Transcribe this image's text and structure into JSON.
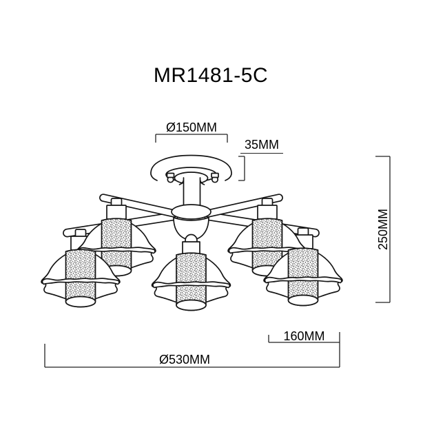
{
  "product": {
    "model": "MR1481-5C"
  },
  "dimensions": {
    "canopy_diameter": "Ø150MM",
    "canopy_height": "35MM",
    "overall_height": "250MM",
    "shade_section_width": "160MM",
    "overall_diameter": "Ø530MM"
  },
  "drawing": {
    "type": "technical-line-drawing",
    "subject": "5-light ceiling chandelier, front elevation",
    "lamp_count": 5,
    "colors": {
      "line": "#151515",
      "dimension_line": "#222222",
      "background": "#ffffff"
    }
  }
}
